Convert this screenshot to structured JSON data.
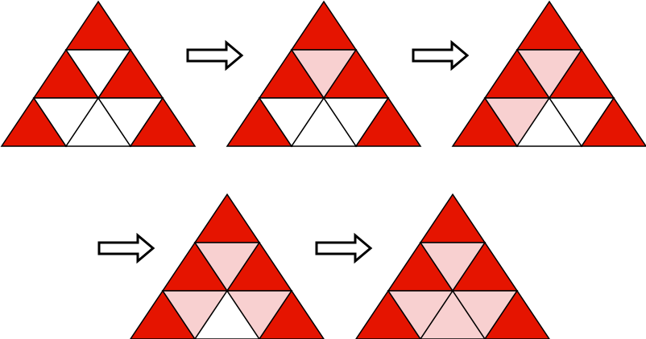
{
  "colors": {
    "red": "#e51400",
    "pink": "#f8d0d0",
    "white": "#ffffff",
    "stroke": "#000000"
  },
  "cell_order": [
    "top",
    "mid_left",
    "mid_center",
    "mid_right",
    "bot_left",
    "bot_ml",
    "bot_center",
    "bot_mr",
    "bot_right"
  ],
  "steps": [
    {
      "id": "step-1",
      "cells": {
        "top": "red",
        "mid_left": "red",
        "mid_center": "white",
        "mid_right": "red",
        "bot_left": "red",
        "bot_ml": "white",
        "bot_center": "white",
        "bot_mr": "white",
        "bot_right": "red"
      }
    },
    {
      "id": "step-2",
      "cells": {
        "top": "red",
        "mid_left": "red",
        "mid_center": "pink",
        "mid_right": "red",
        "bot_left": "red",
        "bot_ml": "white",
        "bot_center": "white",
        "bot_mr": "white",
        "bot_right": "red"
      }
    },
    {
      "id": "step-3",
      "cells": {
        "top": "red",
        "mid_left": "red",
        "mid_center": "pink",
        "mid_right": "red",
        "bot_left": "red",
        "bot_ml": "pink",
        "bot_center": "white",
        "bot_mr": "white",
        "bot_right": "red"
      }
    },
    {
      "id": "step-4",
      "cells": {
        "top": "red",
        "mid_left": "red",
        "mid_center": "pink",
        "mid_right": "red",
        "bot_left": "red",
        "bot_ml": "pink",
        "bot_center": "white",
        "bot_mr": "pink",
        "bot_right": "red"
      }
    },
    {
      "id": "step-5",
      "cells": {
        "top": "red",
        "mid_left": "red",
        "mid_center": "pink",
        "mid_right": "red",
        "bot_left": "red",
        "bot_ml": "pink",
        "bot_center": "pink",
        "bot_mr": "pink",
        "bot_right": "red"
      }
    }
  ],
  "arrows": [
    {
      "id": "arrow-1",
      "from": "step-1",
      "to": "step-2"
    },
    {
      "id": "arrow-2",
      "from": "step-2",
      "to": "step-3"
    },
    {
      "id": "arrow-3",
      "from": "step-3",
      "to": "step-4"
    },
    {
      "id": "arrow-4",
      "from": "step-4",
      "to": "step-5"
    }
  ]
}
